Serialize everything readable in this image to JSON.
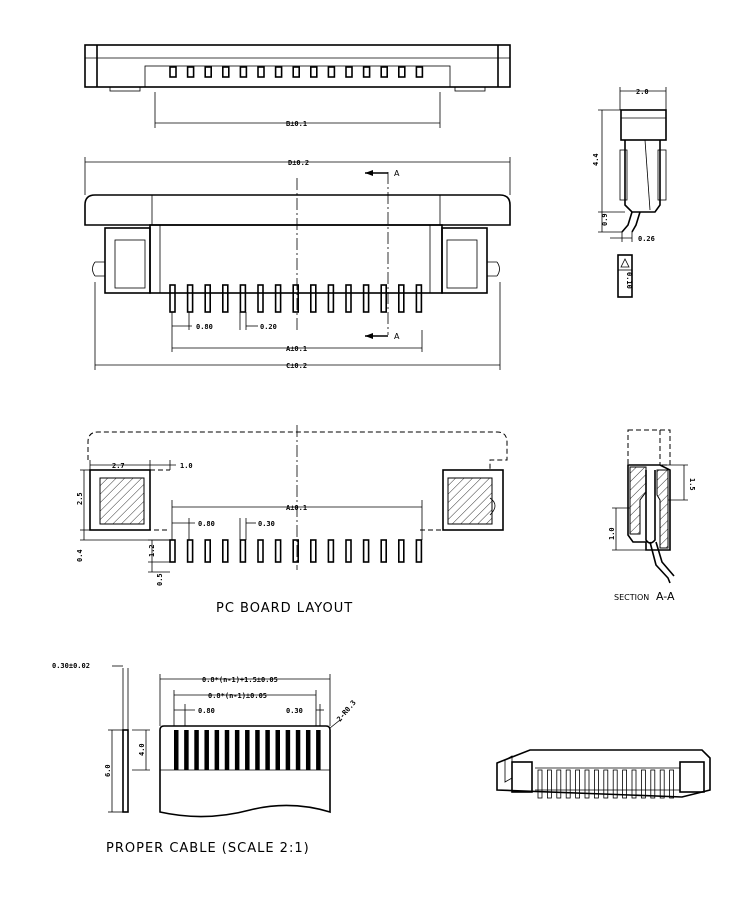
{
  "top_view": {
    "dim_b": "B±0.1"
  },
  "front_view": {
    "dim_d": "D±0.2",
    "section_mark_top": "A",
    "section_mark_bottom": "A",
    "pitch": "0.80",
    "pin_width": "0.20",
    "dim_a": "A±0.1",
    "dim_c": "C±0.2"
  },
  "side_view": {
    "width": "2.0",
    "height": "4.4",
    "pin_height": "0.9",
    "pin_thickness": "0.26",
    "flatness": "0.10"
  },
  "pcb_layout": {
    "title": "PC BOARD LAYOUT",
    "pad_width": "2.7",
    "pad_gap": "1.0",
    "pad_height": "2.5",
    "dim_a": "A±0.1",
    "pitch": "0.80",
    "pin_pad_width": "0.30",
    "pin_pad_length": "1.2",
    "offset": "0.4",
    "edge": "0.5"
  },
  "section": {
    "prefix": "SECTION",
    "name": "A-A",
    "dim_top": "1.5",
    "dim_mid": "1.0"
  },
  "cable": {
    "title": "PROPER CABLE (SCALE 2:1)",
    "thickness": "0.30±0.02",
    "overall_width": "0.8*(n-1)+1.5±0.05",
    "conductor_span": "0.8*(n-1)±0.05",
    "pitch": "0.80",
    "conductor_width": "0.30",
    "corner": "2-R0.3",
    "length": "6.0",
    "stripped_length": "4.0"
  }
}
